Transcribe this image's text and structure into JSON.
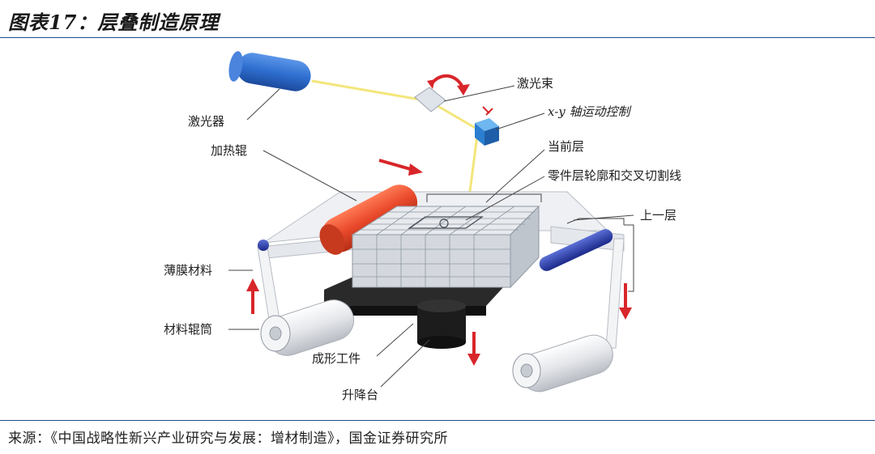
{
  "figure": {
    "title": "图表17：层叠制造原理",
    "source": "来源：《中国战略性新兴产业研究与发展：增材制造》，国金证券研究所"
  },
  "labels": {
    "laser": "激光器",
    "laser_beam": "激光束",
    "xy_control": "x-y 轴运动控制",
    "heated_roller": "加热辊",
    "current_layer": "当前层",
    "cross_section": "零件层轮廓和交叉切割线",
    "previous_layer": "上一层",
    "film_material": "薄膜材料",
    "material_roll": "材料辊筒",
    "formed_part": "成形工件",
    "lift_table": "升降台"
  },
  "colors": {
    "laser_body": "#2f6fd0",
    "beam": "#f3e67a",
    "heated_roller": "#e8482a",
    "arrow_red": "#d8262a",
    "film": "#e8eaee",
    "platform": "#2a2a2a",
    "grid": "#9aa3ad",
    "rule": "#1f4e8c",
    "roller_end": "#2436a0"
  }
}
